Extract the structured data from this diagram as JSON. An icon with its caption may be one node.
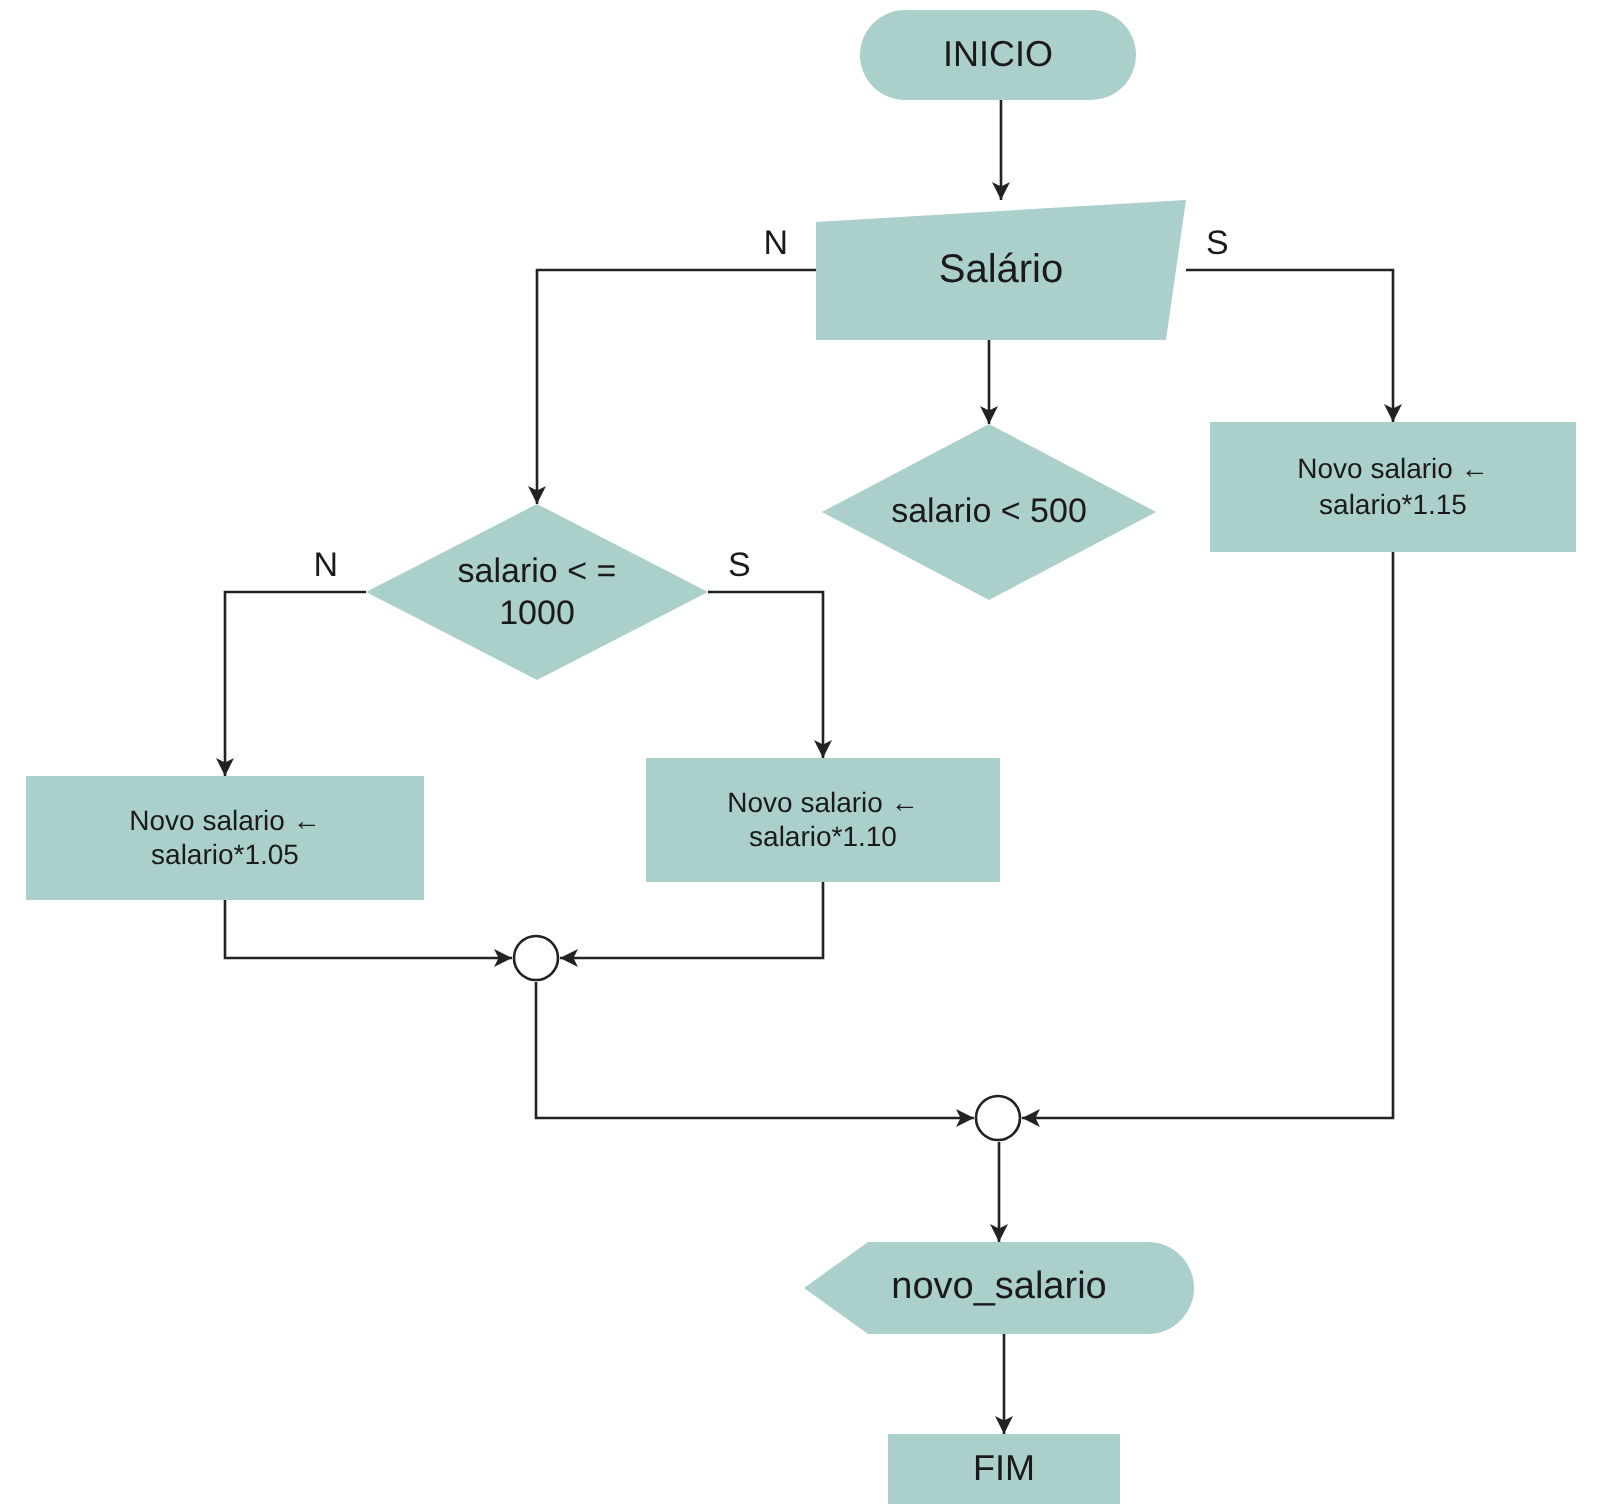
{
  "diagram": {
    "nodes": [
      {
        "text": [
          "INICIO"
        ]
      },
      {
        "text": [
          "Salário"
        ]
      },
      {
        "text": [
          "salario < 500"
        ]
      },
      {
        "text": [
          "Novo salario ← salario*1.15"
        ]
      },
      {
        "text": [
          "salario < = 1000"
        ]
      },
      {
        "text": [
          "Novo salario ← salario*1.05"
        ]
      },
      {
        "text": [
          "Novo salario ← salario*1.10"
        ]
      },
      {
        "text": [],
        "shape": "circle"
      },
      {
        "text": [],
        "shape": "circle"
      },
      {
        "text": [
          "novo_salario"
        ]
      },
      {
        "text": [
          "FIM"
        ]
      }
    ],
    "edges": [
      {
        "from": 0,
        "to": 1,
        "arrow": "to"
      },
      {
        "from": 1,
        "to": 4,
        "arrow": "to",
        "label": "N"
      },
      {
        "from": 1,
        "to": 2,
        "arrow": "to"
      },
      {
        "from": 1,
        "to": 3,
        "arrow": "to",
        "label": "S"
      },
      {
        "from": 4,
        "to": 5,
        "arrow": "to",
        "label": "N"
      },
      {
        "from": 4,
        "to": 6,
        "arrow": "to",
        "label": "S"
      },
      {
        "from": 5,
        "to": 7,
        "arrow": "to"
      },
      {
        "from": 6,
        "to": 7,
        "arrow": "to"
      },
      {
        "from": 7,
        "to": 8,
        "arrow": "to"
      },
      {
        "from": 3,
        "to": 8,
        "arrow": "to"
      },
      {
        "from": 8,
        "to": 9,
        "arrow": "to"
      },
      {
        "from": 9,
        "to": 10,
        "arrow": "to"
      }
    ]
  }
}
